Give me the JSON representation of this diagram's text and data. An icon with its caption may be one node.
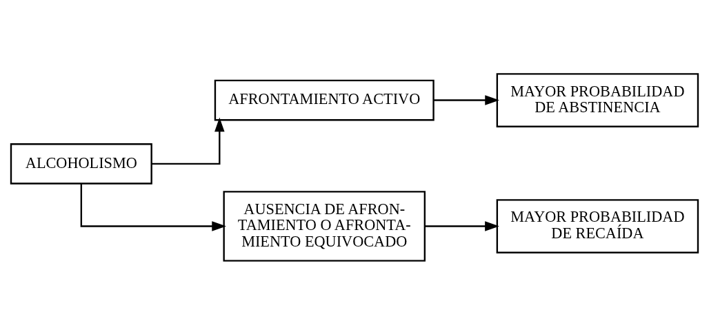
{
  "diagram": {
    "nodes": [
      {
        "text": [
          "ALCOHOLISMO"
        ]
      },
      {
        "text": [
          "AFRONTAMIENTO ACTIVO"
        ]
      },
      {
        "text": [
          "MAYOR PROBABILIDAD DE ABSTINENCIA"
        ]
      },
      {
        "text": [
          "AUSENCIA DE AFRON- TAMIENTO O AFRONTA- MIENTO EQUIVOCADO"
        ]
      },
      {
        "text": [
          "MAYOR PROBABILIDAD DE RECAÍDA"
        ]
      }
    ],
    "edges": [
      {
        "from": 0,
        "to": 1,
        "arrow": "to"
      },
      {
        "from": 1,
        "to": 2,
        "arrow": "to"
      },
      {
        "from": 0,
        "to": 3,
        "arrow": "to"
      },
      {
        "from": 3,
        "to": 4,
        "arrow": "to"
      }
    ]
  }
}
